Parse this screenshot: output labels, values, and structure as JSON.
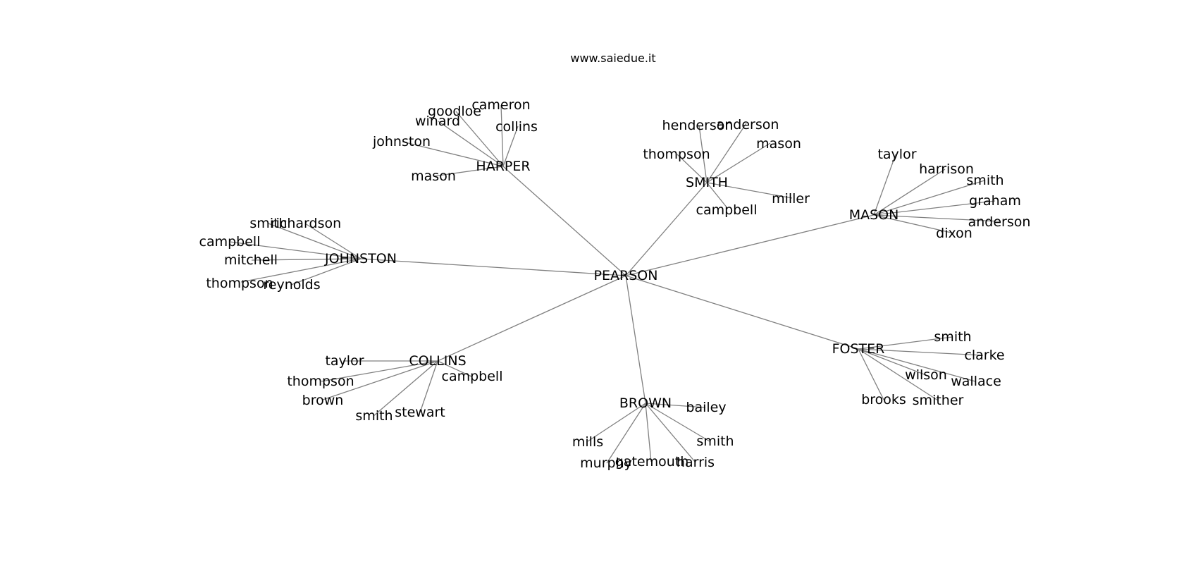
{
  "title": "www.saiedue.it",
  "center": "PEARSON",
  "groups": [
    {
      "name": "HARPER",
      "members": [
        "cameron",
        "goodloe",
        "collins",
        "winard",
        "johnston",
        "mason"
      ]
    },
    {
      "name": "SMITH",
      "members": [
        "henderson",
        "anderson",
        "mason",
        "thompson",
        "miller",
        "campbell"
      ]
    },
    {
      "name": "MASON",
      "members": [
        "taylor",
        "harrison",
        "smith",
        "graham",
        "anderson",
        "dixon"
      ]
    },
    {
      "name": "JOHNSTON",
      "members": [
        "smith",
        "richardson",
        "campbell",
        "mitchell",
        "thompson",
        "reynolds"
      ]
    },
    {
      "name": "COLLINS",
      "members": [
        "taylor",
        "thompson",
        "campbell",
        "brown",
        "smith",
        "stewart"
      ]
    },
    {
      "name": "BROWN",
      "members": [
        "bailey",
        "mills",
        "smith",
        "murphy",
        "gatemouth",
        "harris"
      ]
    },
    {
      "name": "FOSTER",
      "members": [
        "smith",
        "clarke",
        "wilson",
        "wallace",
        "brooks",
        "smither"
      ]
    }
  ],
  "colors": {
    "edge": "#808080",
    "text": "#000000",
    "background": "#ffffff"
  }
}
